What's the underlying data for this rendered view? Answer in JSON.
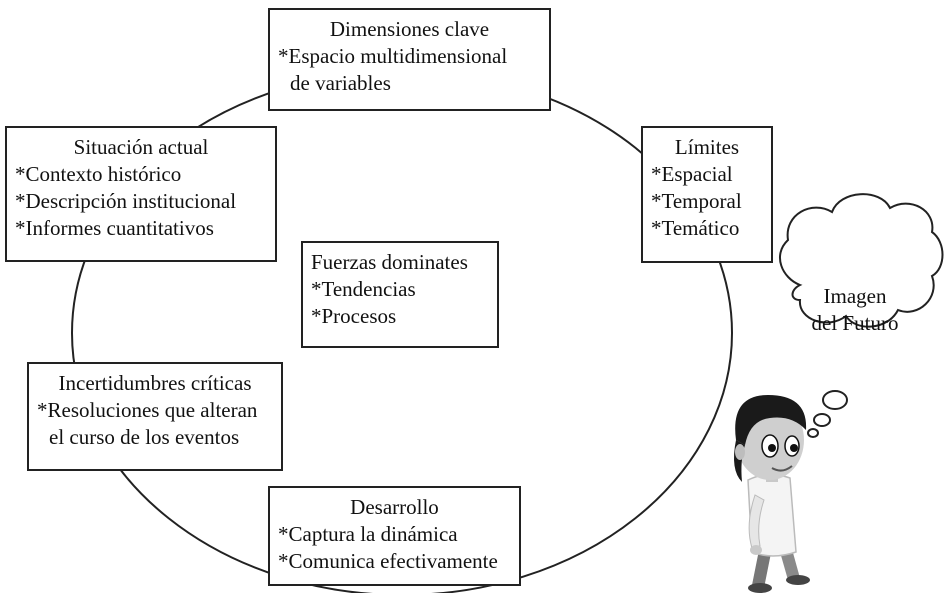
{
  "diagram": {
    "dimensiones": {
      "title": "Dimensiones clave",
      "line1": "*Espacio multidimensional",
      "line2": "de variables"
    },
    "limites": {
      "title": "Límites",
      "items": [
        "*Espacial",
        "*Temporal",
        "*Temático"
      ]
    },
    "situacion": {
      "title": "Situación actual",
      "items": [
        "*Contexto histórico",
        "*Descripción institucional",
        "*Informes cuantitativos"
      ]
    },
    "fuerzas": {
      "title": "Fuerzas dominates",
      "items": [
        "*Tendencias",
        "*Procesos"
      ]
    },
    "incertidumbres": {
      "title": "Incertidumbres críticas",
      "line1": "*Resoluciones que alteran",
      "line2": "el curso de los eventos"
    },
    "desarrollo": {
      "title": "Desarrollo",
      "items": [
        "*Captura la dinámica",
        "*Comunica efectivamente"
      ]
    },
    "cloud": {
      "line1": "Imagen",
      "line2": "del Futuro"
    }
  }
}
